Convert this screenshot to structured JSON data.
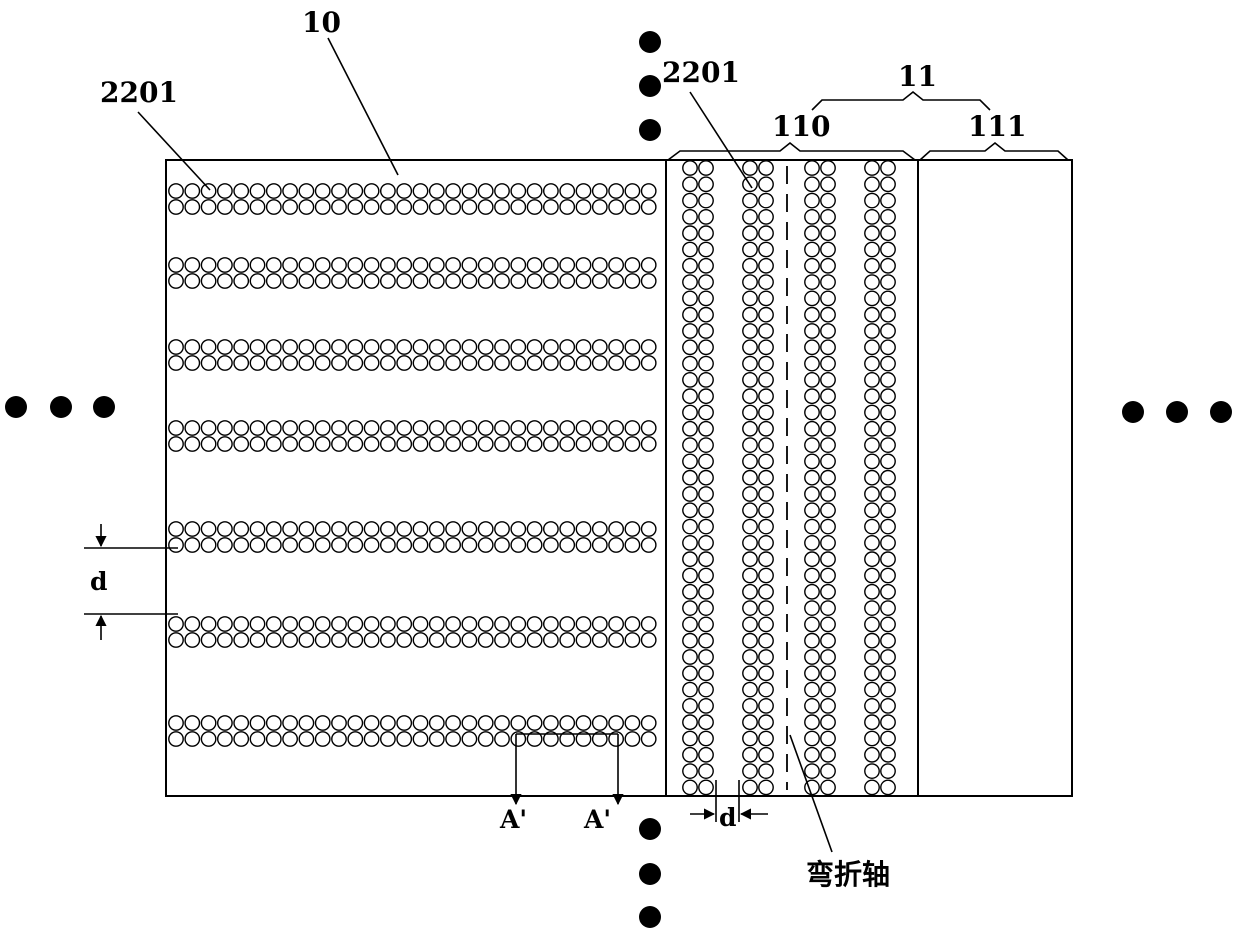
{
  "labels": {
    "region_10": "10",
    "region_11": "11",
    "sub_110": "110",
    "sub_111": "111",
    "hole_left": "2201",
    "hole_right": "2201",
    "dim_d_left": "d",
    "dim_d_bottom": "d",
    "section_a1": "A'",
    "section_a2": "A'",
    "bend_axis": "弯折轴"
  }
}
